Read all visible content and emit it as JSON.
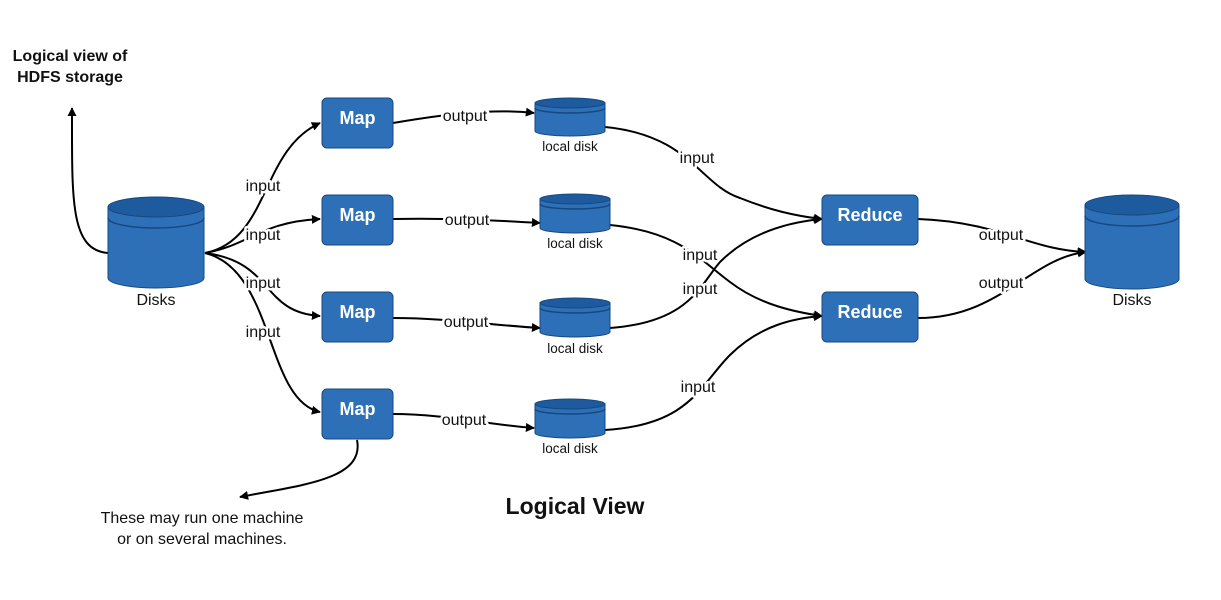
{
  "diagram": {
    "title": "Logical View",
    "note_hdfs": [
      "Logical view of",
      "HDFS storage"
    ],
    "note_machines": [
      "These may run one machine",
      "or on several machines."
    ],
    "source_disks_label": "Disks",
    "sink_disks_label": "Disks",
    "map_label": "Map",
    "reduce_label": "Reduce",
    "local_disk_label": "local disk",
    "edge_labels": {
      "input": "input",
      "output": "output"
    }
  },
  "colors": {
    "node_fill": "#2e70b8",
    "node_top": "#1d5a9e",
    "node_edge": "#16497f"
  }
}
